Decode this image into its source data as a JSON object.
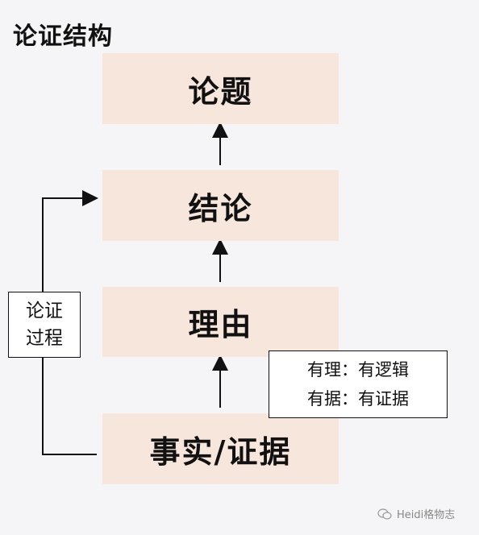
{
  "title": "论证结构",
  "boxes": {
    "thesis": "论题",
    "conclusion": "结论",
    "reason": "理由",
    "fact": "事实/证据"
  },
  "process_label": {
    "line1": "论证",
    "line2": "过程"
  },
  "note": {
    "line1": "有理：有逻辑",
    "line2": "有据：有证据"
  },
  "watermark": "Heidi格物志"
}
